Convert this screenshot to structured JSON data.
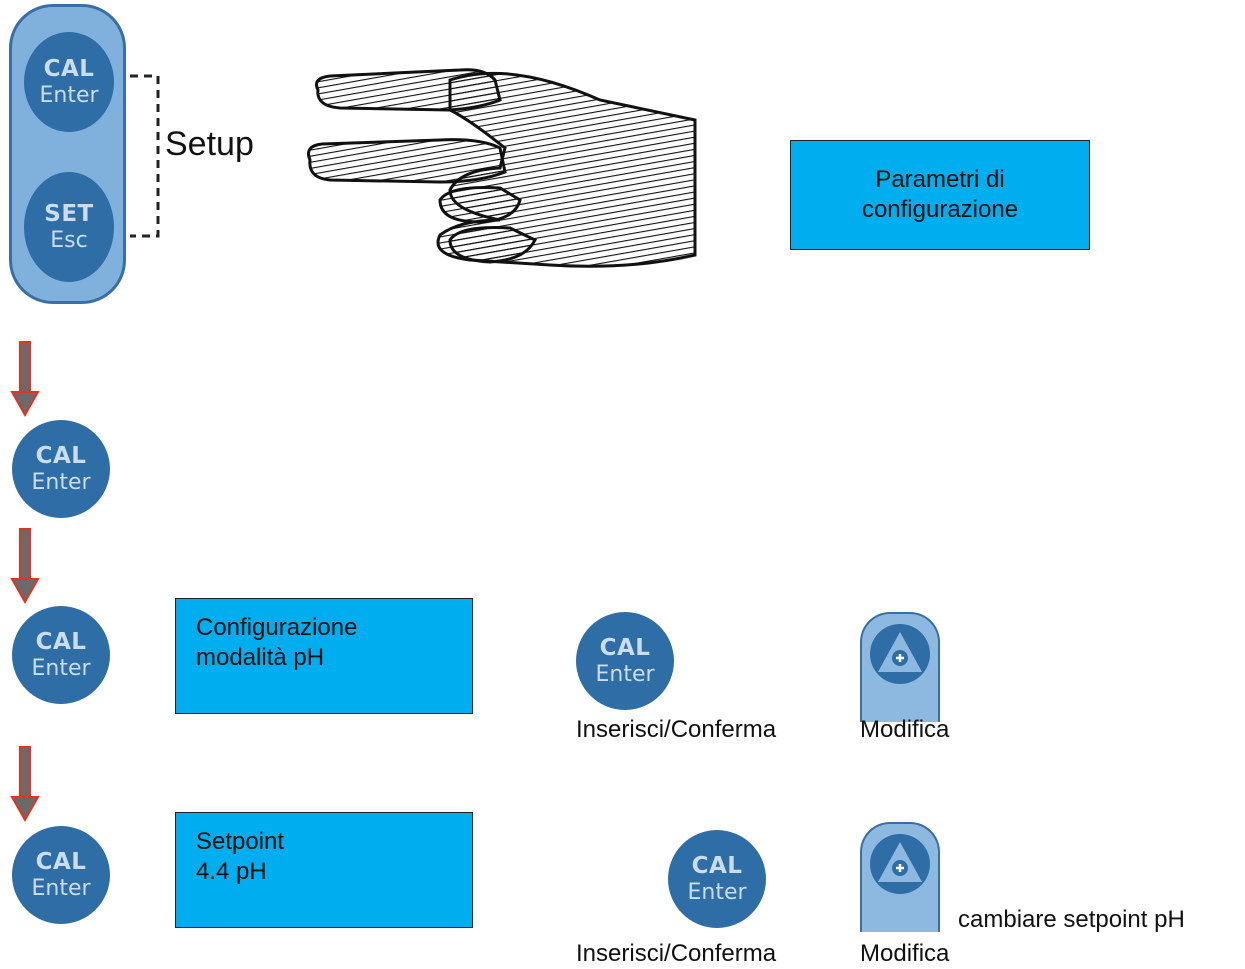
{
  "keypad": {
    "cal_line1": "CAL",
    "cal_line2": "Enter",
    "set_line1": "SET",
    "set_line2": "Esc"
  },
  "setup_label": "Setup",
  "displays": {
    "top": "Parametri di configurazione",
    "mode_line1": "Configurazione",
    "mode_line2": "modalità pH",
    "setpoint_line1": "Setpoint",
    "setpoint_line2": "4.4 pH"
  },
  "captions": {
    "insert_confirm": "Inserisci/Conferma",
    "modify": "Modifica",
    "change_setpoint": "cambiare setpoint pH"
  },
  "colors": {
    "display_bg": "#00aeef",
    "button_bg": "#2f6da6",
    "panel_bg": "#7fb1dc",
    "arrow": "#e8321e"
  }
}
